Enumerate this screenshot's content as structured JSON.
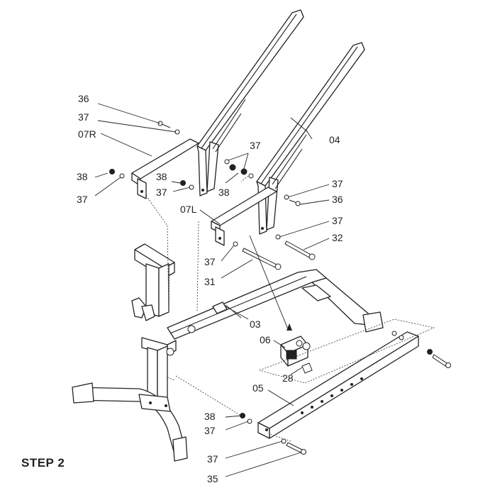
{
  "step": "STEP 2",
  "parts": {
    "p36a": "36",
    "p37a": "37",
    "p07R": "07R",
    "p04": "04",
    "p37b": "37",
    "p38a": "38",
    "p37c": "37",
    "p38b": "38",
    "p37d": "37",
    "p38c": "38",
    "p37e": "37",
    "p36b": "36",
    "p07L": "07L",
    "p37f": "37",
    "p32": "32",
    "p37g": "37",
    "p31": "31",
    "p03": "03",
    "p06": "06",
    "p28": "28",
    "p05": "05",
    "p38d": "38",
    "p37h": "37",
    "p37i": "37",
    "p35": "35"
  }
}
